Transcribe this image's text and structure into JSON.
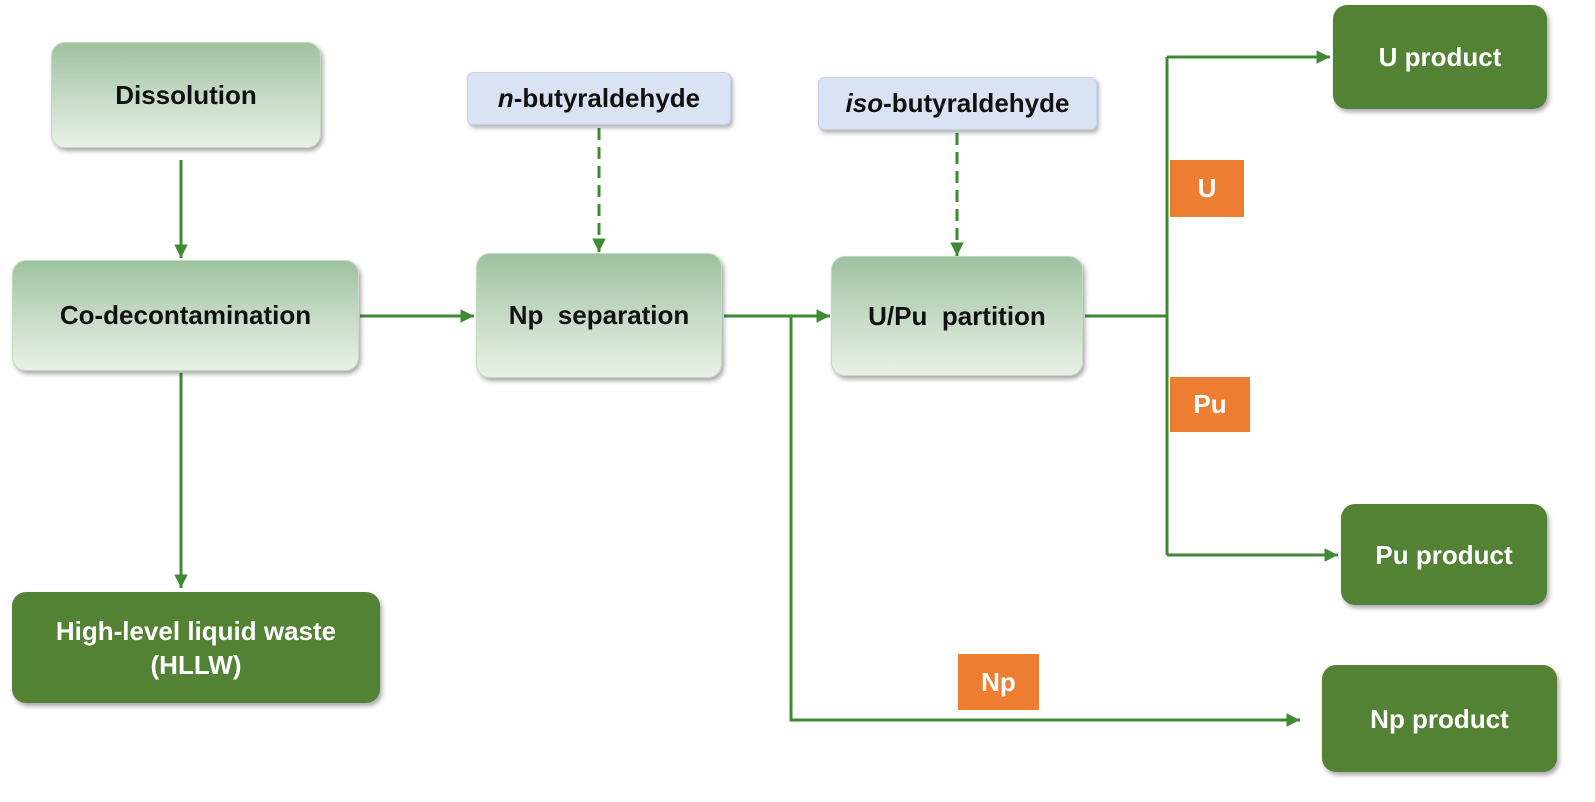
{
  "diagram": {
    "colors": {
      "arrow": "#3e8a35",
      "process_box_top": "#9ec29f",
      "product_box": "#548235",
      "reagent_box": "#dae3f3",
      "element_tag": "#ed7d31"
    },
    "nodes": {
      "dissolution": "Dissolution",
      "co_decontamination": "Co-decontamination",
      "np_separation": "Np  separation",
      "u_pu_partition": "U/Pu  partition",
      "hllw_line1": "High-level liquid waste",
      "hllw_line2": "(HLLW)",
      "u_product": "U product",
      "pu_product": "Pu product",
      "np_product": "Np product"
    },
    "reagents": {
      "n_butyraldehyde": {
        "prefix": "n",
        "suffix": "-butyraldehyde"
      },
      "iso_butyraldehyde": {
        "prefix": "iso",
        "suffix": "-butyraldehyde"
      }
    },
    "tags": {
      "u": "U",
      "pu": "Pu",
      "np": "Np"
    }
  }
}
